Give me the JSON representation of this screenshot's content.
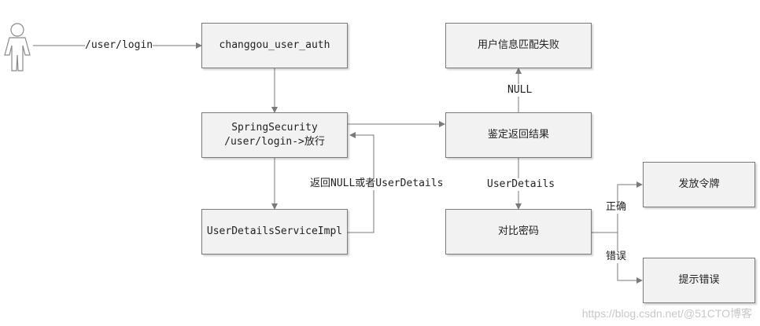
{
  "nodes": {
    "user_auth": "changgou_user_auth",
    "spring_security_line1": "SpringSecurity",
    "spring_security_line2": "/user/login->放行",
    "user_details_service": "UserDetailsServiceImpl",
    "match_failed": "用户信息匹配失败",
    "judge_result": "鉴定返回结果",
    "compare_password": "对比密码",
    "issue_token": "发放令牌",
    "show_error": "提示错误"
  },
  "edge_labels": {
    "login_path": "/user/login",
    "return_null_or_details": "返回NULL或者UserDetails",
    "null": "NULL",
    "user_details": "UserDetails",
    "correct": "正确",
    "wrong": "错误"
  },
  "watermark": "https://blog.csdn.net/@51CTO博客"
}
